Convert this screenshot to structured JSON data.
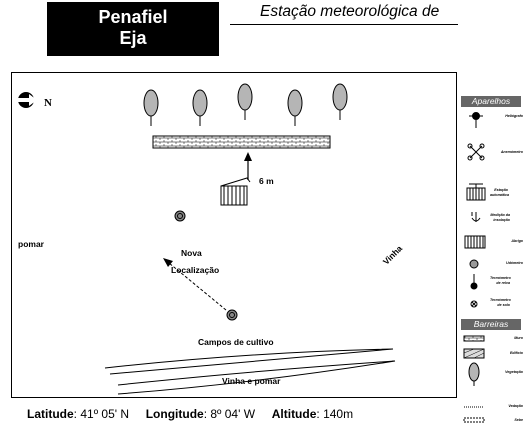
{
  "title": {
    "line1": "Penafiel",
    "line2": "Eja"
  },
  "subtitle": "Estação meteorológica de",
  "north_label": "N",
  "map_labels": {
    "pomar": "pomar",
    "vinha": "Vinha",
    "distance": "6 m",
    "nova_localizacao_1": "Nova",
    "nova_localizacao_2": "Localização",
    "campos": "Campos de cultivo",
    "vinha_pomar": "Vinha e pomar"
  },
  "legend": {
    "aparelhos_title": "Aparelhos",
    "aparelhos": [
      "Heliógrafo",
      "Anemómetro",
      "Estação automática",
      "Medição da insolação",
      "Abrigo",
      "Udómetro",
      "Termómetro de relva",
      "Termómetro de solo"
    ],
    "barreiras_title": "Barreiras",
    "barreiras": [
      "Muro",
      "Edifício",
      "Vegetação",
      "Vedação",
      "Sebe"
    ]
  },
  "footer": {
    "lat_label": "Latitude",
    "lat_value": ": 41º 05' N",
    "lon_label": "Longitude",
    "lon_value": ": 8º 04' W",
    "alt_label": "Altitude",
    "alt_value": ": 140m"
  }
}
